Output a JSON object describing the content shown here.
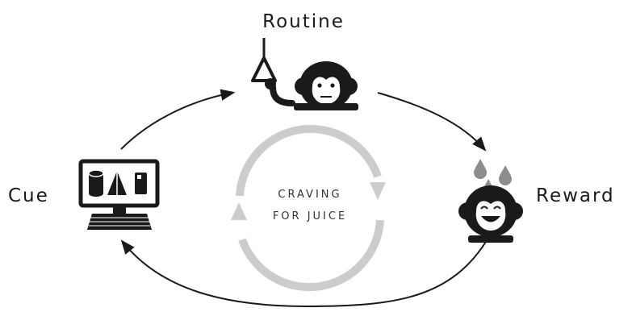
{
  "diagram": {
    "labels": {
      "routine": "Routine",
      "cue": "Cue",
      "reward": "Reward",
      "craving_line1": "CRAVING",
      "craving_line2": "FOR JUICE"
    },
    "colors": {
      "ink": "#1a1a1a",
      "inner_cycle": "#cccccc",
      "drops": "#8c8c8c"
    },
    "icons": [
      "monkey-pulling-lever-icon",
      "computer-with-shapes-icon",
      "happy-monkey-with-juice-drops-icon"
    ]
  }
}
